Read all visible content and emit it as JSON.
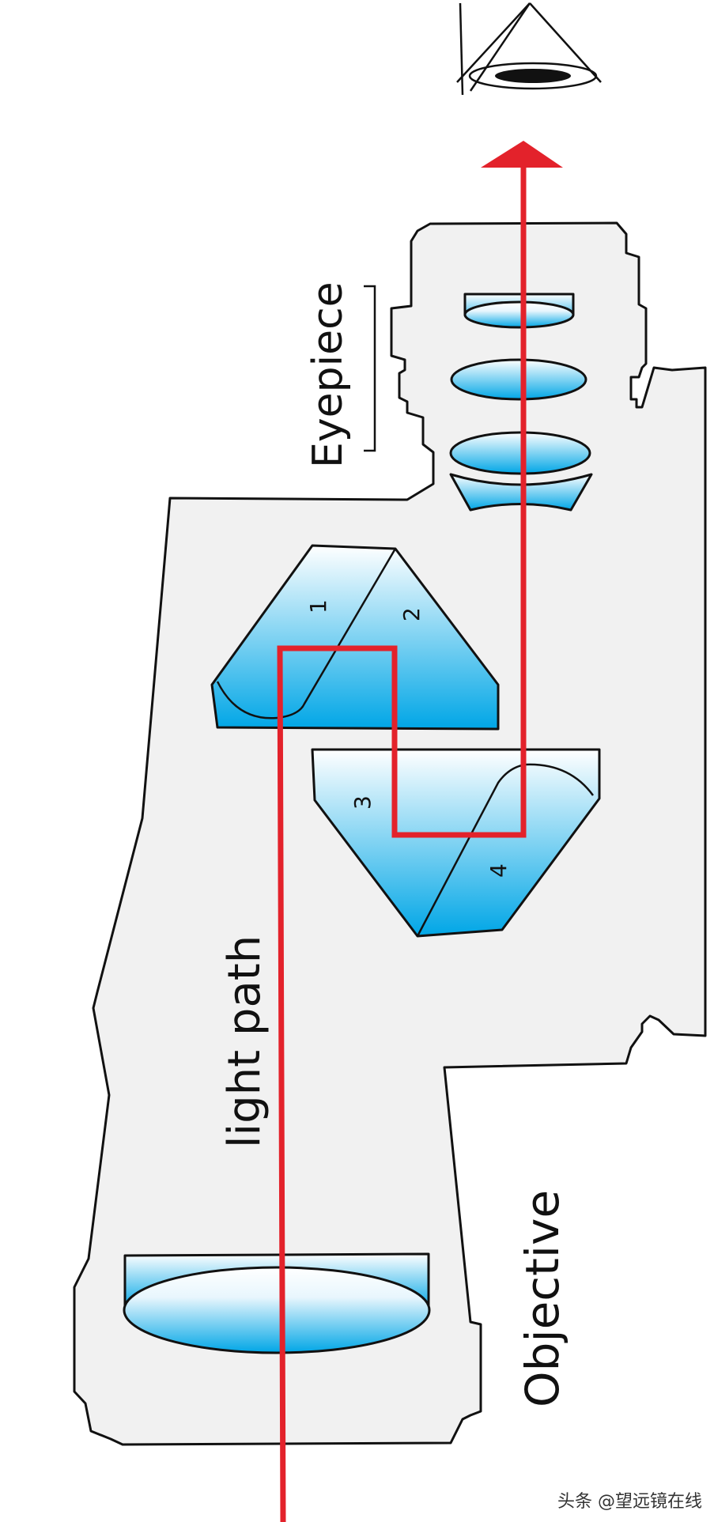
{
  "labels": {
    "eyepiece": "Eyepiece",
    "light_path": "light path",
    "objective": "Objective",
    "prism_1": "1",
    "prism_2": "2",
    "prism_3": "3",
    "prism_4": "4",
    "watermark": "头条 @望远镜在线"
  },
  "colors": {
    "light_path": "#e3222b",
    "glass_top": "#ffffff",
    "glass_bottom": "#00a6e6",
    "body_fill": "#f1f1f1",
    "outline": "#111111"
  }
}
